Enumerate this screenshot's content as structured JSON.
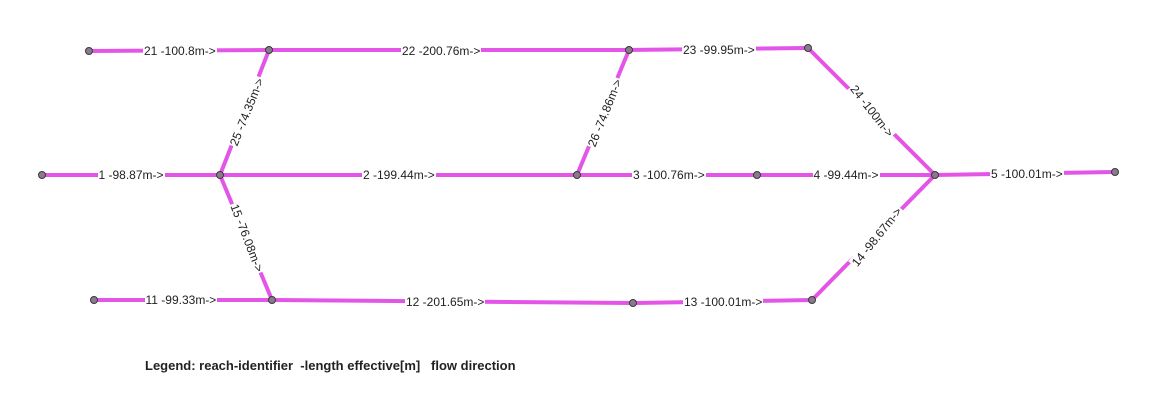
{
  "colors": {
    "reach": "#e355e6",
    "node_fill": "#8a7a8c",
    "node_stroke": "#3a3a3a",
    "text": "#222222"
  },
  "legend": {
    "text": "Legend: reach-identifier  -length effective[m]   flow direction"
  },
  "reaches": [
    {
      "id": "1",
      "label": "1 -98.87m->"
    },
    {
      "id": "2",
      "label": "2 -199.44m->"
    },
    {
      "id": "3",
      "label": "3 -100.76m->"
    },
    {
      "id": "4",
      "label": "4 -99.44m->"
    },
    {
      "id": "5",
      "label": "5 -100.01m->"
    },
    {
      "id": "11",
      "label": "11 -99.33m->"
    },
    {
      "id": "12",
      "label": "12 -201.65m->"
    },
    {
      "id": "13",
      "label": "13 -100.01m->"
    },
    {
      "id": "14",
      "label": "14 -98.67m->"
    },
    {
      "id": "15",
      "label": "15 -76.08m->"
    },
    {
      "id": "21",
      "label": "21 -100.8m->"
    },
    {
      "id": "22",
      "label": "22 -200.76m->"
    },
    {
      "id": "23",
      "label": "23 -99.95m->"
    },
    {
      "id": "24",
      "label": "24 -100m->"
    },
    {
      "id": "25",
      "label": "25 -74.35m->"
    },
    {
      "id": "26",
      "label": "26 -74.86m->"
    }
  ]
}
